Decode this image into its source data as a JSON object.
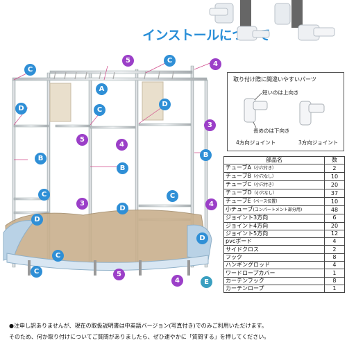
{
  "title": "インストールについて",
  "parts_note": {
    "heading": "取り付け際に間違いやすいパーツ",
    "up_label": "短いのは上向き",
    "down_label": "長めのは下向き",
    "joint4_label": "4方向ジョイント",
    "joint3_label": "3方向ジョイント"
  },
  "table": {
    "header": {
      "name": "部品名",
      "qty": "数"
    },
    "rows": [
      {
        "name": "チューブA",
        "sub": "（小穴付き）",
        "qty": "2"
      },
      {
        "name": "チューブB",
        "sub": "（小穴なし）",
        "qty": "10"
      },
      {
        "name": "チューブC",
        "sub": "（小穴付き）",
        "qty": "20"
      },
      {
        "name": "チューブD",
        "sub": "（小穴なし）",
        "qty": "37"
      },
      {
        "name": "チューブE",
        "sub": "（ベース位置）",
        "qty": "10"
      },
      {
        "name": "小チューブ",
        "sub": "(コンパートメント部分用)",
        "qty": "48"
      },
      {
        "name": "ジョイント3方向",
        "sub": "",
        "qty": "6"
      },
      {
        "name": "ジョイント4方向",
        "sub": "",
        "qty": "20"
      },
      {
        "name": "ジョイント5方向",
        "sub": "",
        "qty": "12"
      },
      {
        "name": "pvcボード",
        "sub": "",
        "qty": "4"
      },
      {
        "name": "サイドクロス",
        "sub": "",
        "qty": "2"
      },
      {
        "name": "フック",
        "sub": "",
        "qty": "8"
      },
      {
        "name": "ハンギングロッド",
        "sub": "",
        "qty": "4"
      },
      {
        "name": "ワードロープカバー",
        "sub": "",
        "qty": "1"
      },
      {
        "name": "カーテンフック",
        "sub": "",
        "qty": "8"
      },
      {
        "name": "カーテンロープ",
        "sub": "",
        "qty": "1"
      }
    ]
  },
  "notes": [
    "●注申し訳ありませんが、現在の取扱説明書は中英語バージョン(写真付き)でのみご利用いただけます。",
    "そのため、何か取り付けについてご質問がありましたら、ぜひ速やかに「質問する」を押してください。"
  ],
  "labels": {
    "c": "C",
    "d": "D",
    "b": "B",
    "a": "A",
    "e": "E",
    "n5": "5",
    "n4": "4",
    "n3": "3"
  },
  "colors": {
    "title": "#2a8fd8",
    "blue_badge": "#2f8fd6",
    "purple_badge": "#9b3fc8"
  }
}
